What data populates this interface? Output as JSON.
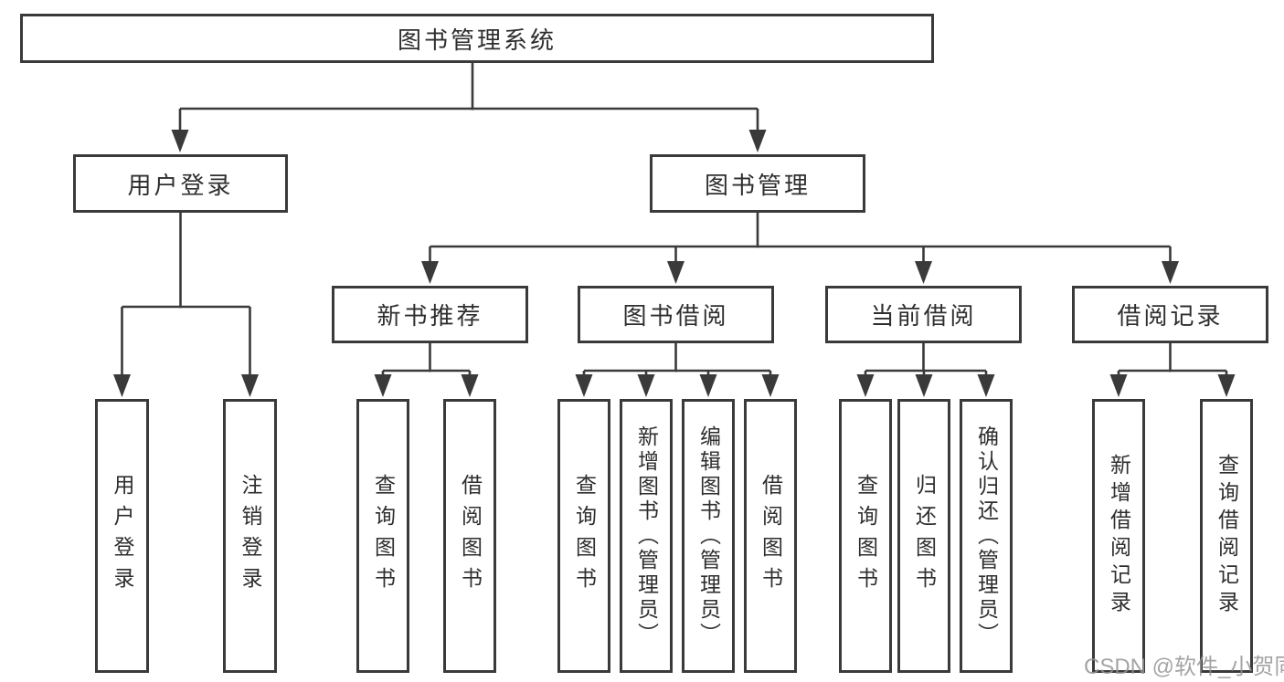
{
  "diagram": {
    "root": {
      "label": "图书管理系统"
    },
    "level2": [
      {
        "label": "用户登录",
        "children": [
          "用户登录",
          "注销登录"
        ]
      },
      {
        "label": "图书管理"
      }
    ],
    "sections": [
      {
        "label": "新书推荐",
        "children": [
          "查询图书",
          "借阅图书"
        ]
      },
      {
        "label": "图书借阅",
        "children": [
          "查询图书",
          "新增图书（管理员）",
          "编辑图书（管理员）",
          "借阅图书"
        ]
      },
      {
        "label": "当前借阅",
        "children": [
          "查询图书",
          "归还图书",
          "确认归还（管理员）"
        ]
      },
      {
        "label": "借阅记录",
        "children": [
          "新增借阅记录",
          "查询借阅记录"
        ]
      }
    ],
    "watermark": "CSDN @软件_小贺同学"
  }
}
